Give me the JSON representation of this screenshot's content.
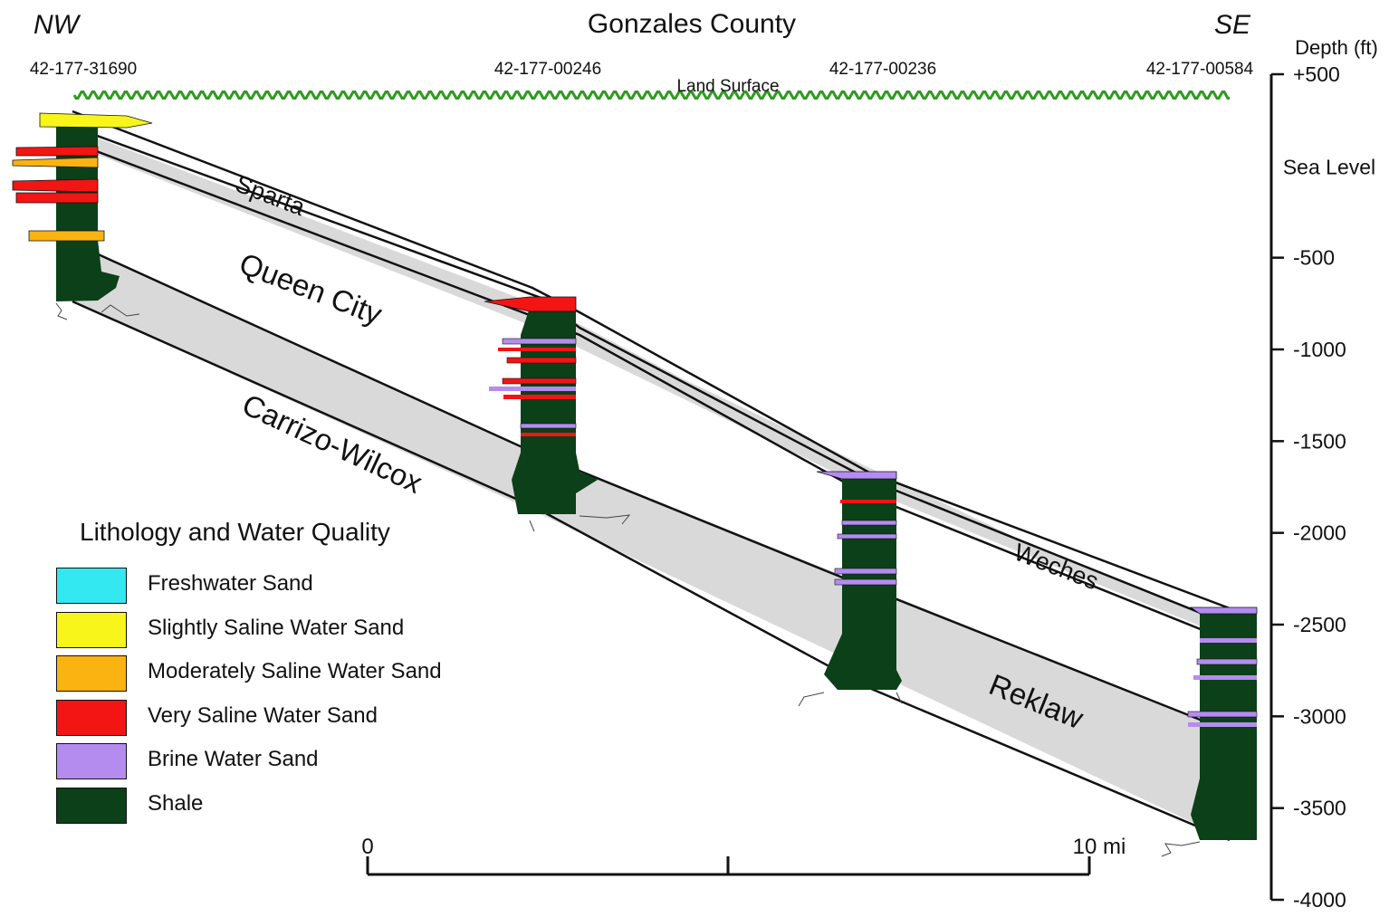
{
  "header": {
    "direction_left": "NW",
    "title": "Gonzales County",
    "direction_right": "SE"
  },
  "wells": [
    {
      "id": "42-177-31690"
    },
    {
      "id": "42-177-00246"
    },
    {
      "id": "42-177-00236"
    },
    {
      "id": "42-177-00584"
    }
  ],
  "land_surface_label": "Land Surface",
  "formations": {
    "sparta": "Sparta",
    "queen_city": "Queen City",
    "carrizo_wilcox": "Carrizo-Wilcox",
    "weches": "Weches",
    "reklaw": "Reklaw"
  },
  "depth_axis": {
    "title": "Depth (ft)",
    "sea_level_label": "Sea Level",
    "ticks": [
      "+500",
      "-500",
      "-1000",
      "-1500",
      "-2000",
      "-2500",
      "-3000",
      "-3500",
      "-4000"
    ],
    "tick_values": [
      500,
      -500,
      -1000,
      -1500,
      -2000,
      -2500,
      -3000,
      -3500,
      -4000
    ],
    "sea_level_value": 0
  },
  "legend": {
    "title": "Lithology and Water Quality",
    "items": [
      {
        "label": "Freshwater Sand",
        "color": "#33e8f0"
      },
      {
        "label": "Slightly Saline Water Sand",
        "color": "#f7f51a"
      },
      {
        "label": "Moderately Saline Water Sand",
        "color": "#fbb312"
      },
      {
        "label": "Very Saline Water Sand",
        "color": "#f31414"
      },
      {
        "label": "Brine Water Sand",
        "color": "#b48cf0"
      },
      {
        "label": "Shale",
        "color": "#0b4018"
      }
    ]
  },
  "scale_bar": {
    "start_label": "0",
    "end_label": "10 mi"
  },
  "colors": {
    "land_surface": "#2e9a1e",
    "shaded_band": "#d9d9d9",
    "shale": "#0b4018",
    "slightly_saline": "#f7f51a",
    "moderately_saline": "#fbb312",
    "very_saline": "#f31414",
    "brine": "#b48cf0"
  }
}
